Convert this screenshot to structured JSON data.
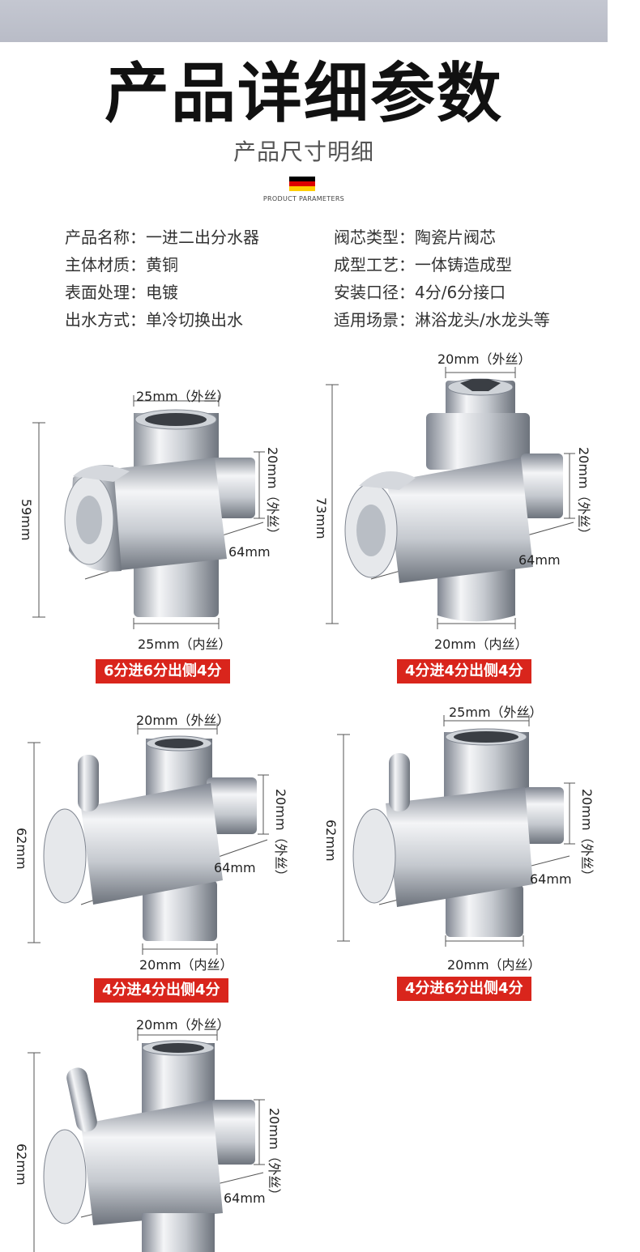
{
  "header": {
    "title": "产品详细参数",
    "subtitle": "产品尺寸明细",
    "caption": "PRODUCT PARAMETERS",
    "flag_colors": [
      "#000000",
      "#dd0000",
      "#ffce00"
    ]
  },
  "params_left": [
    "产品名称：一进二出分水器",
    "主体材质：黄铜",
    "表面处理：电镀",
    "出水方式：单冷切换出水"
  ],
  "params_right": [
    "阀芯类型：陶瓷片阀芯",
    "成型工艺：一体铸造成型",
    "安装口径：4分/6分接口",
    "适用场景：淋浴龙头/水龙头等"
  ],
  "products": [
    {
      "top": "25mm（外丝）",
      "height": "59mm",
      "side": "20mm（外丝）",
      "length": "64mm",
      "bottom": "25mm（内丝）",
      "badge": "6分进6分出侧4分"
    },
    {
      "top": "20mm（外丝）",
      "height": "73mm",
      "side": "20mm（外丝）",
      "length": "64mm",
      "bottom": "20mm（内丝）",
      "badge": "4分进4分出侧4分"
    },
    {
      "top": "20mm（外丝）",
      "height": "62mm",
      "side": "20mm（外丝）",
      "length": "64mm",
      "bottom": "20mm（内丝）",
      "badge": "4分进4分出侧4分"
    },
    {
      "top": "25mm（外丝）",
      "height": "62mm",
      "side": "20mm（外丝）",
      "length": "64mm",
      "bottom": "20mm（内丝）",
      "badge": "4分进6分出侧4分"
    },
    {
      "top": "20mm（外丝）",
      "height": "62mm",
      "side": "20mm（外丝）",
      "length": "64mm"
    }
  ],
  "colors": {
    "badge": "#d9251c",
    "chrome_light": "#f2f3f5",
    "chrome_dark": "#7f8590"
  }
}
